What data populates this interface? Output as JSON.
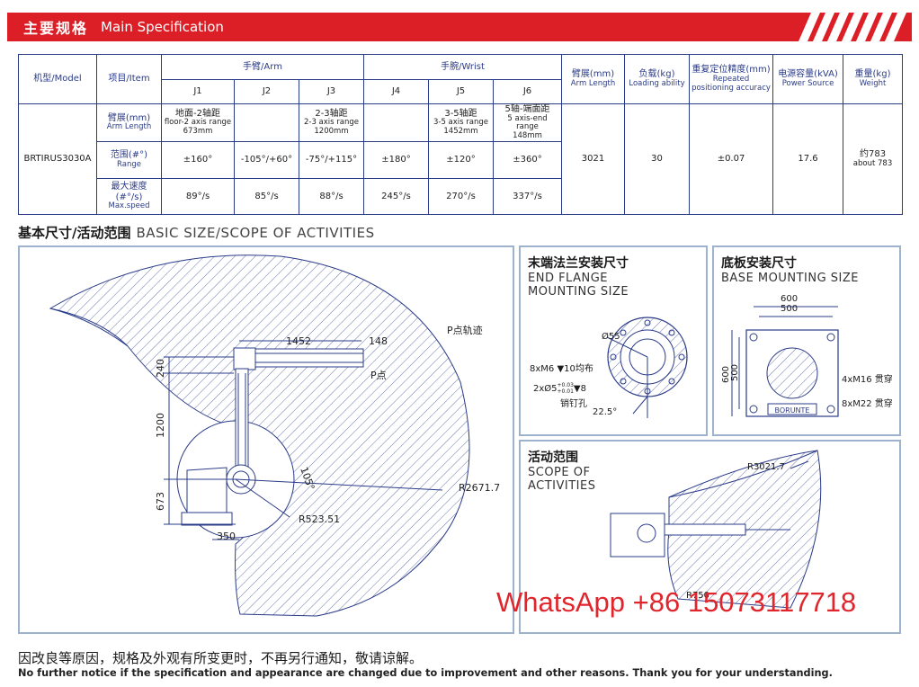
{
  "banner": {
    "title_cn": "主要规格",
    "title_en": "Main Specification"
  },
  "spec": {
    "h_model": "机型/Model",
    "h_item": "项目/Item",
    "h_arm": "手臂/Arm",
    "h_wrist": "手腕/Wrist",
    "h_armlen_cn": "臂展(mm)",
    "h_armlen_en": "Arm Length",
    "h_load_cn": "负载(kg)",
    "h_load_en": "Loading ability",
    "h_rep_cn": "重复定位精度(mm)",
    "h_rep_en": "Repeated positioning accuracy",
    "h_power_cn": "电源容量(kVA)",
    "h_power_en": "Power Source",
    "h_weight_cn": "重量(kg)",
    "h_weight_en": "Weight",
    "joints": [
      "J1",
      "J2",
      "J3",
      "J4",
      "J5",
      "J6"
    ],
    "model": "BRTIRUS3030A",
    "row_arm_cn": "臂展(mm)",
    "row_arm_en": "Arm Length",
    "arm_j1_cn": "地面-2轴距",
    "arm_j1_en": "floor-2 axis range",
    "arm_j1_val": "673mm",
    "arm_j3_cn": "2-3轴距",
    "arm_j3_en": "2-3 axis range",
    "arm_j3_val": "1200mm",
    "arm_j5_cn": "3-5轴距",
    "arm_j5_en": "3-5 axis range",
    "arm_j5_val": "1452mm",
    "arm_j6_cn": "5轴-端面距",
    "arm_j6_en": "5 axis-end range",
    "arm_j6_val": "148mm",
    "row_range_cn": "范围(#°)",
    "row_range_en": "Range",
    "range": [
      "±160°",
      "-105°/+60°",
      "-75°/+115°",
      "±180°",
      "±120°",
      "±360°"
    ],
    "row_speed_cn": "最大速度(#°/s)",
    "row_speed_en": "Max.speed",
    "speed": [
      "89°/s",
      "85°/s",
      "88°/s",
      "245°/s",
      "270°/s",
      "337°/s"
    ],
    "arm_length": "3021",
    "load": "30",
    "repeat": "±0.07",
    "power": "17.6",
    "weight_cn": "约783",
    "weight_en": "about 783"
  },
  "section2": {
    "cn": "基本尺寸/活动范围",
    "en": "BASIC SIZE/SCOPE OF ACTIVITIES"
  },
  "basic": {
    "d1452": "1452",
    "d148": "148",
    "d240": "240",
    "d1200": "1200",
    "d673": "673",
    "d350": "350",
    "angle": "105°",
    "r523": "R523.51",
    "r2671": "R2671.7",
    "ptrack": "P点轨迹",
    "p": "P点"
  },
  "flange": {
    "title_cn": "末端法兰安装尺寸",
    "title_en1": "END FLANGE",
    "title_en2": "MOUNTING SIZE",
    "d55": "Ø55",
    "m6": "8xM6 ▼10均布",
    "pin_a": "2xØ5",
    "pin_tol_hi": "+0.03",
    "pin_tol_lo": "+0.01",
    "pin_b": "▼8",
    "pin_hole": "销钉孔",
    "a225": "22.5°"
  },
  "base": {
    "title_cn": "底板安装尺寸",
    "title_en": "BASE MOUNTING SIZE",
    "d600a": "600",
    "d500a": "500",
    "d600b": "600",
    "d500b": "500",
    "m16": "4xM16 贯穿",
    "m22": "8xM22 贯穿",
    "logo": "BORUNTE"
  },
  "scope": {
    "title_cn": "活动范围",
    "title_en1": "SCOPE OF",
    "title_en2": "ACTIVITIES",
    "r3021": "R3021.7",
    "r750": "R750"
  },
  "whatsapp": "WhatsApp +86 15073117718",
  "notice": {
    "cn": "因改良等原因，规格及外观有所变更时，不再另行通知，敬请谅解。",
    "en": "No further notice if the specification and appearance are changed due to improvement and other reasons. Thank you for your understanding."
  },
  "colors": {
    "accent": "#dc1f26",
    "line": "#2a3b88",
    "panel": "#9db2cc"
  }
}
